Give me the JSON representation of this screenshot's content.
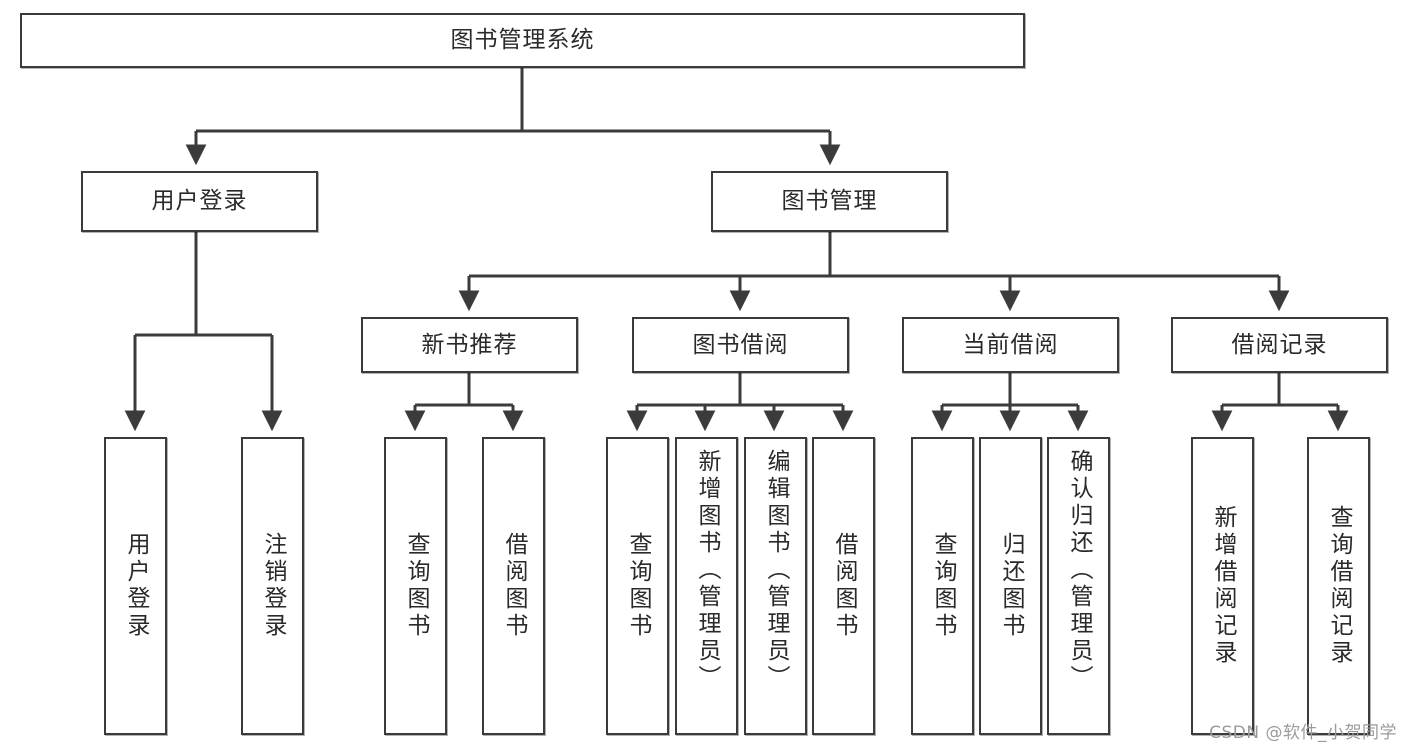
{
  "diagram": {
    "title": "图书管理系统",
    "type": "tree-hierarchy",
    "root": {
      "label": "图书管理系统"
    },
    "level2": [
      {
        "id": "user-login",
        "label": "用户登录"
      },
      {
        "id": "book-management",
        "label": "图书管理"
      }
    ],
    "level3": [
      {
        "id": "new-book-recommend",
        "label": "新书推荐",
        "parent": "book-management"
      },
      {
        "id": "book-borrow",
        "label": "图书借阅",
        "parent": "book-management"
      },
      {
        "id": "current-borrow",
        "label": "当前借阅",
        "parent": "book-management"
      },
      {
        "id": "borrow-record",
        "label": "借阅记录",
        "parent": "book-management"
      }
    ],
    "leaves": [
      {
        "id": "leaf-user-login",
        "label": "用户登录",
        "parent": "user-login"
      },
      {
        "id": "leaf-logout-login",
        "label": "注销登录",
        "parent": "user-login"
      },
      {
        "id": "leaf-query-book-1",
        "label": "查询图书",
        "parent": "new-book-recommend"
      },
      {
        "id": "leaf-borrow-book-1",
        "label": "借阅图书",
        "parent": "new-book-recommend"
      },
      {
        "id": "leaf-query-book-2",
        "label": "查询图书",
        "parent": "book-borrow"
      },
      {
        "id": "leaf-add-book",
        "label": "新增图书（管理员）",
        "parent": "book-borrow"
      },
      {
        "id": "leaf-edit-book",
        "label": "编辑图书（管理员）",
        "parent": "book-borrow"
      },
      {
        "id": "leaf-borrow-book-2",
        "label": "借阅图书",
        "parent": "book-borrow"
      },
      {
        "id": "leaf-query-book-3",
        "label": "查询图书",
        "parent": "current-borrow"
      },
      {
        "id": "leaf-return-book",
        "label": "归还图书",
        "parent": "current-borrow"
      },
      {
        "id": "leaf-confirm-return",
        "label": "确认归还（管理员）",
        "parent": "current-borrow"
      },
      {
        "id": "leaf-add-record",
        "label": "新增借阅记录",
        "parent": "borrow-record"
      },
      {
        "id": "leaf-query-record",
        "label": "查询借阅记录",
        "parent": "borrow-record"
      }
    ],
    "watermark": "CSDN @软件_小贺同学",
    "colors": {
      "stroke": "#3b3b3b",
      "background": "#ffffff",
      "text": "#2a2a2a",
      "watermark": "#9b9b9b"
    }
  }
}
